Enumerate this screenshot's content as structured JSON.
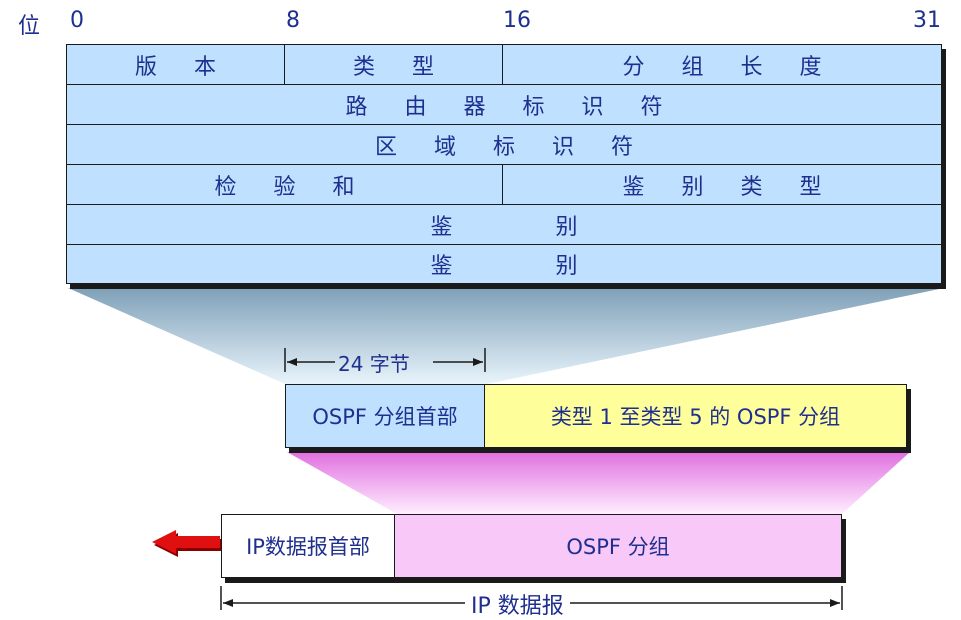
{
  "bit_label": "位",
  "bit_positions": [
    "0",
    "8",
    "16",
    "31"
  ],
  "header_fields": {
    "version": "版 本",
    "type": "类 型",
    "packet_length": "分 组 长 度",
    "router_id": "路 由 器 标 识 符",
    "area_id": "区 域 标 识 符",
    "checksum": "检 验 和",
    "auth_type": "鉴 别 类 型",
    "auth1": "鉴    别",
    "auth2": "鉴    别"
  },
  "dimension_24": "24 字节",
  "ospf_packet": {
    "header": "OSPF 分组首部",
    "body": "类型 1 至类型 5 的 OSPF 分组"
  },
  "ip_datagram": {
    "header": "IP数据报首部",
    "body": "OSPF 分组",
    "label": "IP 数据报"
  },
  "colors": {
    "header_fill": "#bfe1ff",
    "ospf_body_fill": "#fefe9a",
    "ip_body_fill": "#f8c8f8",
    "text": "#1f2f8f",
    "arrow": "#e01010"
  }
}
